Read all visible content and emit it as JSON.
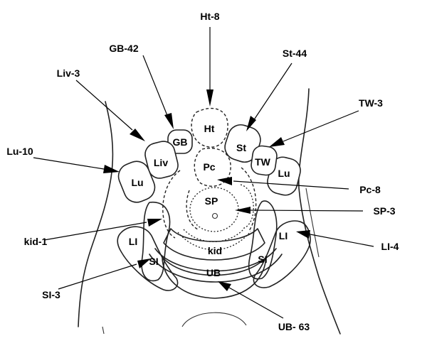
{
  "points": {
    "ht8": "Ht-8",
    "gb42": "GB-42",
    "st44": "St-44",
    "liv3": "Liv-3",
    "tw3": "TW-3",
    "lu10": "Lu-10",
    "pc8": "Pc-8",
    "sp3": "SP-3",
    "kid1": "kid-1",
    "li4": "LI-4",
    "si3": "SI-3",
    "ub63": "UB- 63"
  },
  "zones": {
    "ht": "Ht",
    "gb": "GB",
    "st": "St",
    "liv": "Liv",
    "tw": "TW",
    "lu_left": "Lu",
    "lu_right": "Lu",
    "pc": "Pc",
    "sp": "SP",
    "kid": "kid",
    "li_left": "LI",
    "li_right": "LI",
    "si_left": "SI",
    "si_right": "SI",
    "ub": "UB"
  }
}
